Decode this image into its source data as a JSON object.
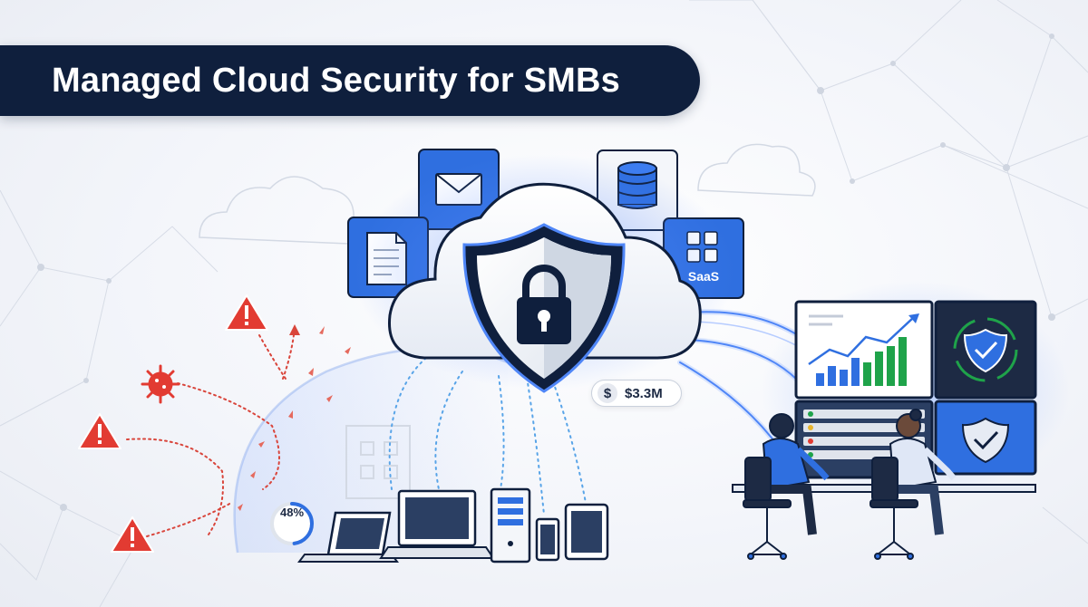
{
  "header": {
    "title": "Managed Cloud Security for SMBs"
  },
  "cloud_services": {
    "saas_label": "SaaS"
  },
  "cost_badge": {
    "currency_symbol": "$",
    "amount": "$3.3M"
  },
  "progress": {
    "label": "48%",
    "value": 0.48
  },
  "icons": [
    "email-icon",
    "document-icon",
    "database-icon",
    "saas-grid-icon",
    "shield-lock-icon",
    "cloud-icon",
    "warning-icon",
    "virus-icon",
    "laptop-icon",
    "desktop-monitor-icon",
    "server-tower-icon",
    "phone-icon",
    "tablet-icon",
    "building-icon",
    "bar-chart-icon",
    "shield-check-icon",
    "person-at-desk-icon"
  ],
  "colors": {
    "banner": "#0f1f3d",
    "accent_blue": "#2f6fe0",
    "dark_navy": "#0f1f3d",
    "threat_red": "#e23b32",
    "chart_green": "#1fa34a",
    "glow": "#5b8cff"
  }
}
